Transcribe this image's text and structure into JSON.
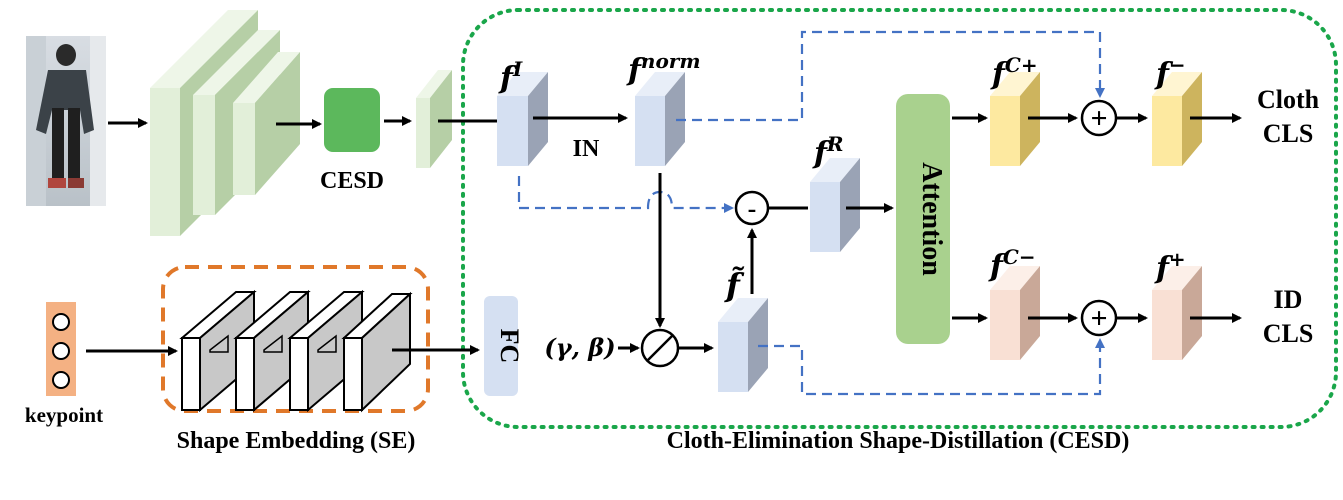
{
  "labels": {
    "cesd_block": "CESD",
    "in_op": "IN",
    "fc": "FC",
    "attention": "Attention",
    "gamma_beta": "(γ, β)",
    "keypoint": "keypoint",
    "cloth_cls_1": "Cloth",
    "cloth_cls_2": "CLS",
    "id_cls_1": "ID",
    "id_cls_2": "CLS",
    "se_caption": "Shape Embedding (SE)",
    "cesd_caption": "Cloth-Elimination Shape-Distillation (CESD)"
  },
  "features": {
    "fI": {
      "base": "f",
      "sup": "I"
    },
    "fnorm": {
      "base": "f",
      "sup": "norm"
    },
    "fR": {
      "base": "f",
      "sup": "R"
    },
    "ftilde": {
      "base": "f̃",
      "sup": ""
    },
    "fCplus": {
      "base": "f",
      "sup": "C+"
    },
    "fminus": {
      "base": "f",
      "sup": "−"
    },
    "fCminus": {
      "base": "f",
      "sup": "C−"
    },
    "fplus": {
      "base": "f",
      "sup": "+"
    }
  },
  "operators": {
    "subtract": "-",
    "add_top": "+",
    "add_bottom": "+"
  },
  "colors": {
    "backbone_light": "#e2efd9",
    "backbone_dark": "#a9c49a",
    "cesd_green": "#5cb85c",
    "feature_blue": "#d5e0f2",
    "feature_blue_dark": "#9aa3b5",
    "attention_green": "#a9d18e",
    "yellow": "#fde9a0",
    "yellow_dark": "#cdb45e",
    "pink": "#f9e0d4",
    "pink_dark": "#c9a898",
    "orange": "#f4b183",
    "se_border": "#e0782a",
    "cesd_border": "#1aa64a",
    "dashed_arrow": "#4472c4"
  },
  "icons": {
    "person_photo": "pedestrian-photo",
    "keypoint_nodes": "keypoint-circles"
  }
}
